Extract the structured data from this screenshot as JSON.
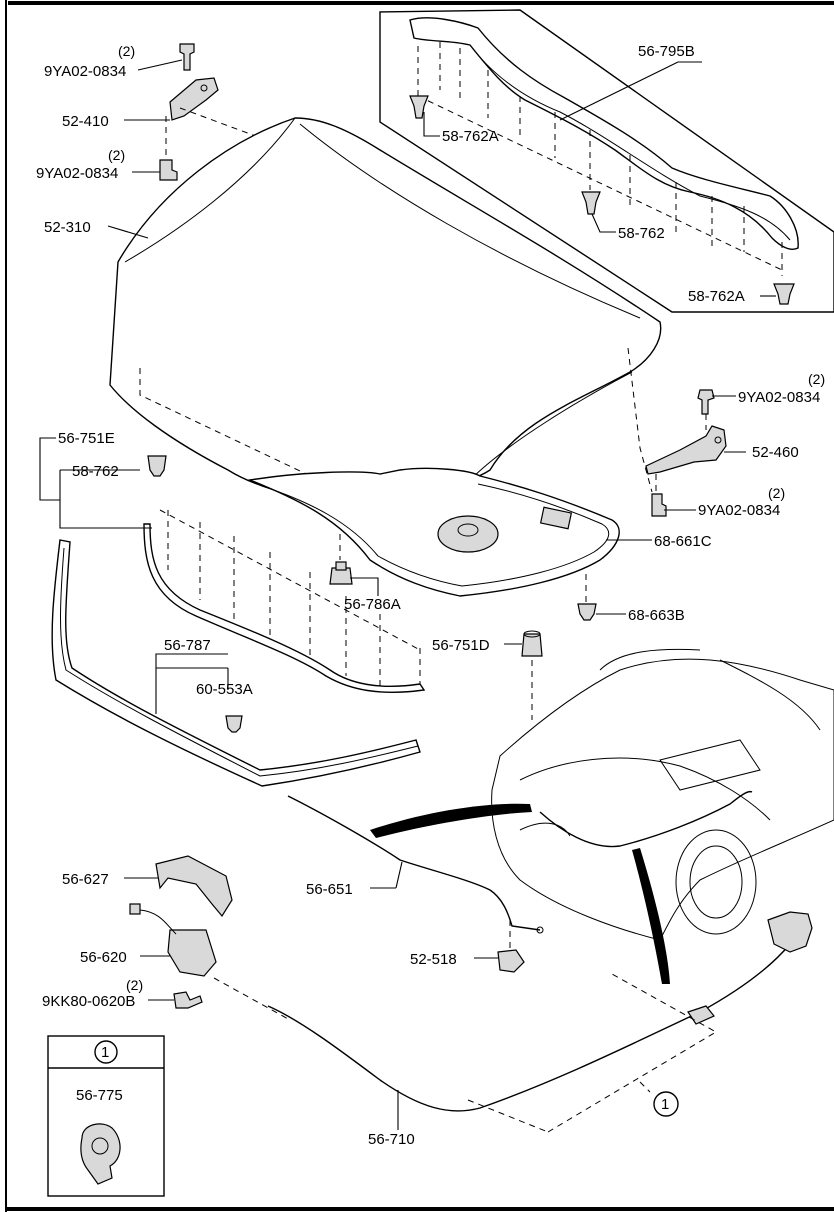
{
  "diagram": {
    "title": "",
    "parts": {
      "insulator": "56-795B",
      "insulator_clip_a1": "58-762A",
      "insulator_clip": "58-762",
      "insulator_clip_a2": "58-762A",
      "bolt_1": "9YA02-0834",
      "bolt_1_qty": "(2)",
      "hinge_left": "52-410",
      "bolt_2": "9YA02-0834",
      "bolt_2_qty": "(2)",
      "hood": "52-310",
      "bolt_3": "9YA02-0834",
      "bolt_3_qty": "(2)",
      "hinge_right": "52-460",
      "bolt_4": "9YA02-0834",
      "bolt_4_qty": "(2)",
      "seal_group": "56-751E",
      "seal_clip": "58-762",
      "hood_seal": "68-661C",
      "bumper_stop": "56-786A",
      "seal_clip_b": "68-663B",
      "cushion": "56-751D",
      "front_seal": "56-787",
      "front_seal_clip": "60-553A",
      "latch_cover": "56-627",
      "release_rod": "56-651",
      "latch": "56-620",
      "latch_bolt": "9KK80-0620B",
      "latch_bolt_qty": "(2)",
      "rod_clip": "52-518",
      "release_cable": "56-710",
      "callout_marker": "1"
    },
    "inset": {
      "marker": "1",
      "part": "56-775"
    }
  }
}
